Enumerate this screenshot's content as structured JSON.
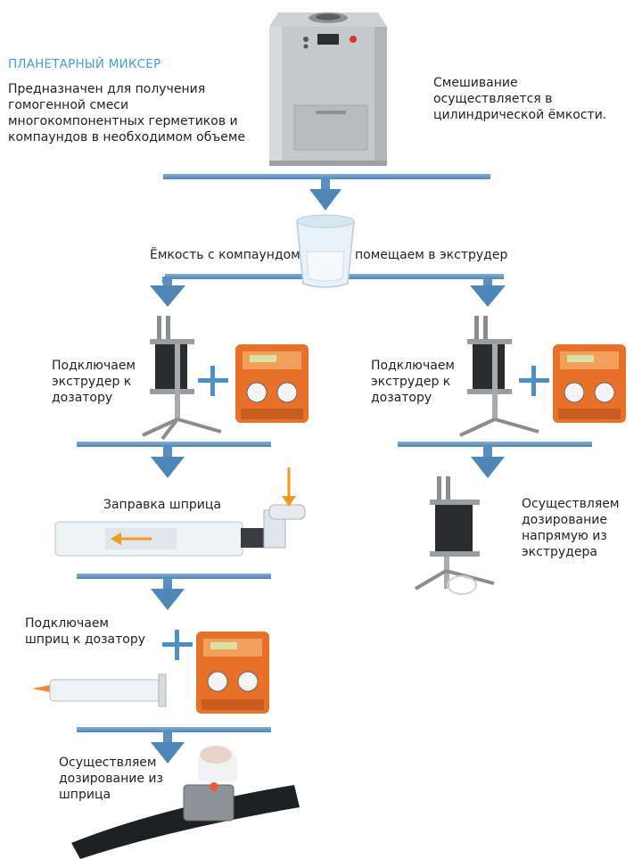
{
  "mixer": {
    "title": "ПЛАНЕТАРНЫЙ МИКСЕР",
    "description_lines": [
      "Предназначен для получения",
      "гомогенной смеси",
      "многокомпонентных герметиков и",
      "компаундов в необходимом объеме"
    ],
    "side_note_lines": [
      "Смешивание",
      "осуществляется в",
      "цилиндрической ёмкости."
    ]
  },
  "split": {
    "left_label": "Ёмкость с компаундом",
    "right_label": "помещаем в экструдер"
  },
  "left_branch": {
    "connect_lines": [
      "Подключаем",
      "экструдер к",
      "дозатору"
    ],
    "fill_label": "Заправка шприца",
    "syringe_connect_lines": [
      "Подключаем",
      "шприц к дозатору"
    ],
    "dispense_lines": [
      "Осуществляем",
      "дозирование из",
      "шприца"
    ]
  },
  "right_branch": {
    "connect_lines": [
      "Подключаем",
      "экструдер к",
      "дозатору"
    ],
    "dispense_lines": [
      "Осуществляем",
      "дозирование",
      "напрямую из",
      "экструдера"
    ]
  },
  "colors": {
    "accent_blue": "#5b8fbf",
    "title_blue": "#3f9fd6",
    "plus_blue": "#4d8fc9",
    "dispenser_orange": "#e8712a",
    "arrow_orange": "#f39a1e"
  },
  "icons": [
    "mixer-machine",
    "cup",
    "extruder",
    "dispenser",
    "syringe",
    "dispensing-nozzle"
  ]
}
